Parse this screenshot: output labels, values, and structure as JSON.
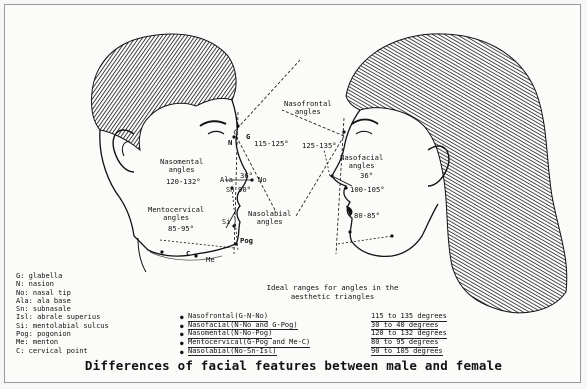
{
  "diagram": {
    "left_labels": {
      "point_g": "G",
      "point_n": "N",
      "nasofrontal_title": "Nasofrontal\nangles",
      "nasofrontal_male_value": "115-125°",
      "nasomental_title": "Nasomental\nangles",
      "nasomental_value": "120-132°",
      "nasofacial_male_value": "36°",
      "point_ala": "Ala",
      "point_no": "No",
      "point_sn": "Sn",
      "right_angle": "90°",
      "mentocervical_title": "Mentocervical\nangles",
      "mentocervical_value": "85-95°",
      "nasolabial_title": "Nasolabial\nangles",
      "point_si": "Si",
      "point_pog": "Pog",
      "point_c": "C",
      "point_me": "Me"
    },
    "right_labels": {
      "nasofrontal_female_value": "125-135°",
      "nasofacial_title": "Nasofacial\nangles",
      "nasofacial_female_value": "36°",
      "nasolabial_female_value": "100-105°",
      "mentocervical_female_value": "80-85°"
    },
    "abbreviations": [
      "G: glabella",
      "N: nasion",
      "No: nasal tip",
      "Ala: ala base",
      "Sn: subnasale",
      "Isl: abrale superius",
      "Si: mentolabial sulcus",
      "Pog: pogonion",
      "Me: menton",
      "C: cervical point"
    ],
    "ideal_heading": "Ideal ranges for angles in the\naesthetic triangles",
    "ranges": [
      {
        "name": "Nasofrontal(G-N-No)",
        "value": "115 to 135 degrees"
      },
      {
        "name": "Nasofacial(N-No and G-Pog)",
        "value": "30 to 40 degrees"
      },
      {
        "name": "Nasomental(N-No-Pog)",
        "value": "120 to 132 degrees"
      },
      {
        "name": "Mentocervical(G-Pog and Me-C)",
        "value": "80 to 95 degrees"
      },
      {
        "name": "Nasolabial(No-Sn-Isl)",
        "value": "90 to 105 degrees"
      }
    ],
    "bullet": "●",
    "title": "Differences of facial features between male and female"
  }
}
